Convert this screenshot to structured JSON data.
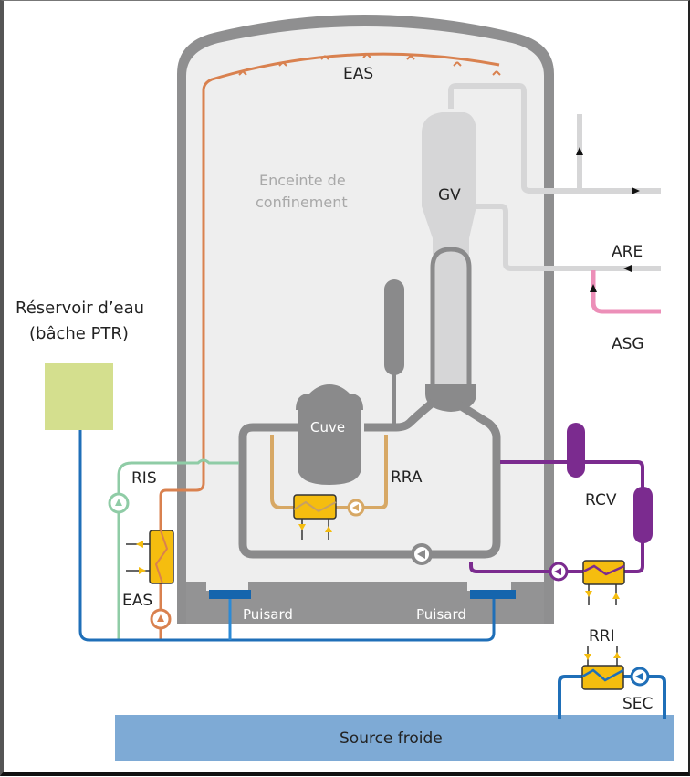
{
  "diagram": {
    "title_region": "Réacteur à eau pressurisée – circuits de sûreté",
    "labels": {
      "eas_top": "EAS",
      "enceinte_line1": "Enceinte de",
      "enceinte_line2": "confinement",
      "gv": "GV",
      "are": "ARE",
      "asg": "ASG",
      "reservoir_line1": "Réservoir d’eau",
      "reservoir_line2": "(bâche PTR)",
      "cuve": "Cuve",
      "rra": "RRA",
      "ris": "RIS",
      "eas_bottom": "EAS",
      "rcv": "RCV",
      "puisard_left": "Puisard",
      "puisard_right": "Puisard",
      "rri": "RRI",
      "sec": "SEC",
      "source_froide": "Source froide"
    },
    "colors": {
      "containment_wall": "#8f8f90",
      "containment_inner": "#eeeeee",
      "primary_loop": "#8a8a8b",
      "gv_light": "#d6d6d7",
      "eas_line": "#d9814f",
      "ris_line": "#8fcca6",
      "rra_line": "#d7a865",
      "rcv_line": "#7b2b8f",
      "asg_line": "#ec8fb8",
      "sec_line": "#1f6fb8",
      "heat_exchanger": "#f5bd0f",
      "reservoir": "#d4df8e",
      "source_froide": "#7eaad5",
      "steam_line": "#d9d9d9"
    }
  }
}
